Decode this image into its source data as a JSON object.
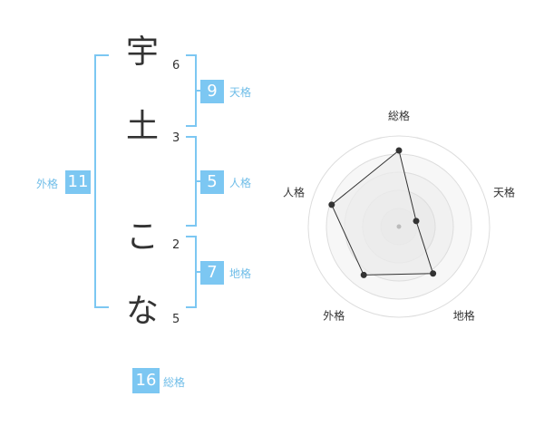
{
  "name": {
    "chars": [
      {
        "char": "宇",
        "strokes": "6"
      },
      {
        "char": "土",
        "strokes": "3"
      },
      {
        "char": "こ",
        "strokes": "2"
      },
      {
        "char": "な",
        "strokes": "5"
      }
    ]
  },
  "kaku": {
    "tenkaku": {
      "value": "9",
      "label": "天格"
    },
    "jinkaku": {
      "value": "5",
      "label": "人格"
    },
    "chikaku": {
      "value": "7",
      "label": "地格"
    },
    "gaikaku": {
      "value": "11",
      "label": "外格"
    },
    "soukaku": {
      "value": "16",
      "label": "総格"
    }
  },
  "accent_color": "#7cc7f2",
  "chart_data": {
    "type": "radar",
    "categories": [
      "総格",
      "天格",
      "地格",
      "外格",
      "人格"
    ],
    "values": [
      4.2,
      1.0,
      3.2,
      3.3,
      3.9
    ],
    "rlim": [
      0,
      5
    ],
    "rings": 5,
    "fill_color": "#ececec",
    "line_color": "#333333"
  }
}
